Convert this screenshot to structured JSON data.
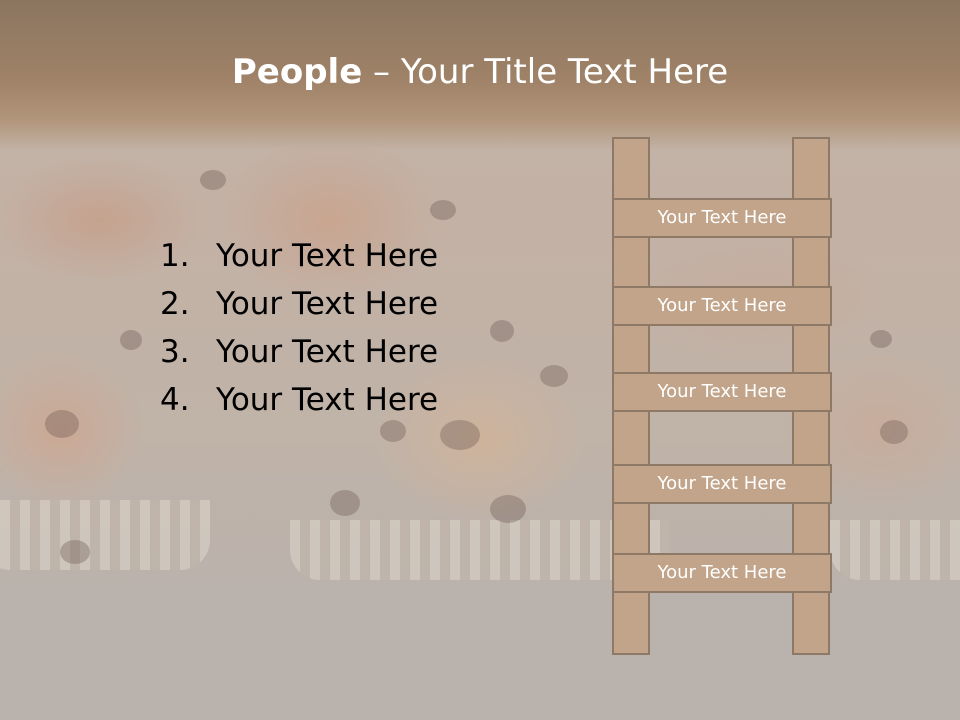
{
  "title": {
    "bold": "People",
    "rest": " – Your Title Text Here"
  },
  "list": [
    {
      "number": "1.",
      "text": "Your Text Here"
    },
    {
      "number": "2.",
      "text": "Your Text Here"
    },
    {
      "number": "3.",
      "text": "Your Text Here"
    },
    {
      "number": "4.",
      "text": "Your Text Here"
    }
  ],
  "ladder": {
    "rungs": [
      "Your Text Here",
      "Your Text Here",
      "Your Text Here",
      "Your Text Here",
      "Your Text Here"
    ]
  },
  "colors": {
    "ladder_fill": "#c1a48a",
    "ladder_border": "#8e7866",
    "title_band": "#9a8068",
    "text": "#000000"
  }
}
